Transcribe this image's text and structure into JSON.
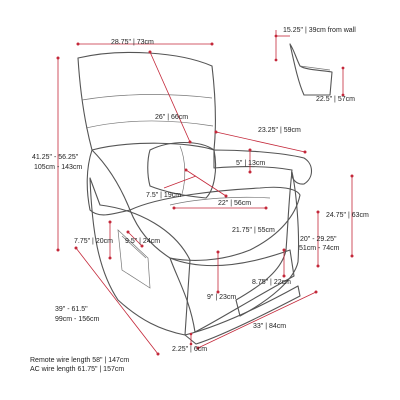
{
  "dimensions": {
    "top_width": "28.75\" | 73cm",
    "from_wall": "15.25\" | 39cm from wall",
    "side_depth": "22.5\" | 57cm",
    "back_height": "26\" | 66cm",
    "arm_depth": "23.25\" | 59cm",
    "total_height_in": "41.25\" - 56.25\"",
    "total_height_cm": "105cm - 143cm",
    "arm_step": "5\" | 13cm",
    "arm_inner": "7.5\" | 19cm",
    "seat_depth": "22\" | 56cm",
    "arm_height": "24.75\" | 63cm",
    "seat_width": "21.75\" | 55cm",
    "side_height": "7.75\" | 20cm",
    "arm_width": "9.5\" | 24cm",
    "seat_height_in": "20\" - 29.25\"",
    "seat_height_cm": "51cm - 74cm",
    "leg_gap": "8.75\" | 22cm",
    "base_height": "9\" | 23cm",
    "depth_in": "39\" - 61.5\"",
    "depth_cm": "99cm - 156cm",
    "front_width": "33\" | 84cm",
    "foot_clearance": "2.25\" | 6cm"
  },
  "notes": {
    "remote_wire": "Remote wire length 58\" | 147cm",
    "ac_wire": "AC wire length 61.75\" | 157cm"
  }
}
